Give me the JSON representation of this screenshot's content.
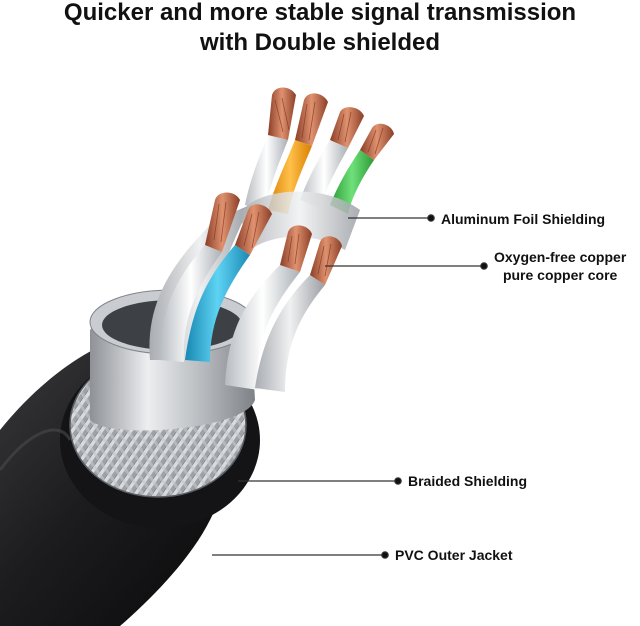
{
  "title": {
    "line1": "Quicker and more stable signal transmission",
    "line2": "with Double shielded"
  },
  "callouts": {
    "foil": "Aluminum Foil Shielding",
    "copper_line1": "Oxygen-free copper",
    "copper_line2": "pure copper core",
    "braid": "Braided Shielding",
    "pvc": "PVC Outer Jacket"
  },
  "colors": {
    "jacket": "#1c1c1e",
    "braid": "#b9bcc0",
    "foil": "#d8dadd",
    "copper": "#c46a4e",
    "wire_orange": "#f7a31c",
    "wire_green": "#3fbf4a",
    "wire_blue": "#34b7e0",
    "wire_white": "#f4f6f8",
    "leader": "#333333"
  }
}
